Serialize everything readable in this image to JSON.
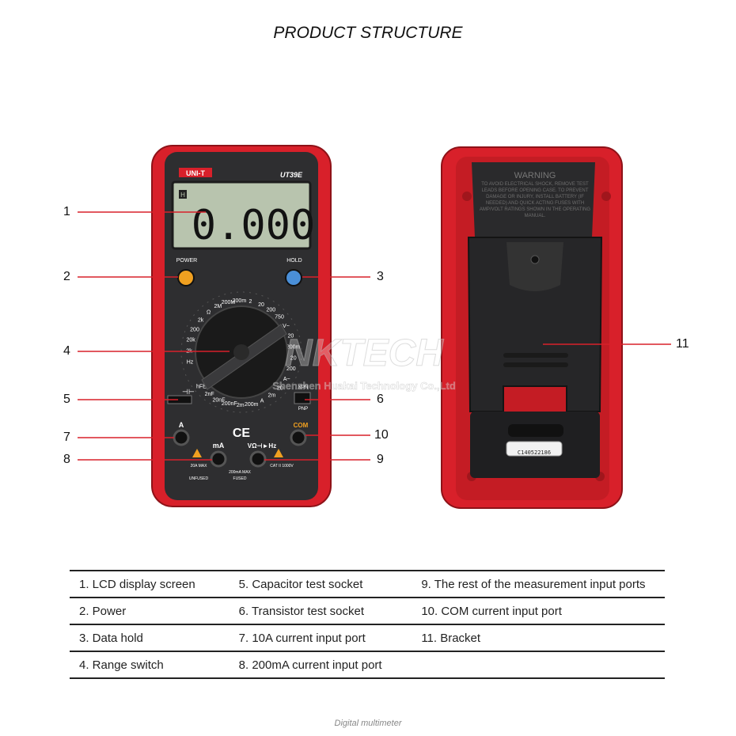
{
  "title": "PRODUCT STRUCTURE",
  "caption": "Digital multimeter",
  "device": {
    "brand": "UNI-T",
    "model": "UT39E",
    "display_value": "0.000",
    "hold_indicator": "H",
    "power_label": "POWER",
    "hold_label": "HOLD",
    "port_a": "A",
    "port_ma": "mA",
    "port_v": "VΩ⊣►Hz",
    "port_com": "COM",
    "warn_a": "20A MAX",
    "warn_ma": "200mA MAX",
    "fused_label": "FUSED",
    "unfused_label": "UNFUSED",
    "cat_label": "CAT II 1000V",
    "ce_mark": "CE",
    "npn_label": "NPN",
    "pnp_label": "PNP",
    "dial_labels": [
      "Hz",
      "2k",
      "20k",
      "200",
      "2k",
      "Ω",
      "2M",
      "200M",
      "200m",
      "2",
      "20",
      "200",
      "750",
      "V~",
      "20",
      "200m",
      "20",
      "200",
      "A~",
      "20",
      "2m",
      "A",
      "200m",
      "2m",
      "200nF",
      "20nF",
      "2nF",
      "hFE"
    ]
  },
  "back": {
    "warning_title": "WARNING",
    "warning_text": "TO AVOID ELECTRICAL SHOCK, REMOVE TEST LEADS BEFORE OPENING CASE. TO PREVENT DAMAGE OR INJURY, INSTALL BATTERY (IF NEEDED) AND QUICK ACTING FUSES WITH AMP/VOLT RATINGS SHOWN IN THE OPERATING MANUAL.",
    "serial": "C140522186"
  },
  "watermark": "NKTECH",
  "watermark_sub": "Shenzhen Huakai Technology Co.,Ltd",
  "callouts": [
    {
      "num": "1"
    },
    {
      "num": "2"
    },
    {
      "num": "3"
    },
    {
      "num": "4"
    },
    {
      "num": "5"
    },
    {
      "num": "6"
    },
    {
      "num": "7"
    },
    {
      "num": "8"
    },
    {
      "num": "9"
    },
    {
      "num": "10"
    },
    {
      "num": "11"
    }
  ],
  "table": [
    [
      "1. LCD display screen",
      "5. Capacitor test socket",
      "9. The rest of the measurement input ports"
    ],
    [
      "2. Power",
      "6. Transistor test socket",
      "10. COM current input port"
    ],
    [
      "3. Data hold",
      "7. 10A current input port",
      "11. Bracket"
    ],
    [
      "4. Range switch",
      "8. 200mA current input port",
      ""
    ]
  ]
}
